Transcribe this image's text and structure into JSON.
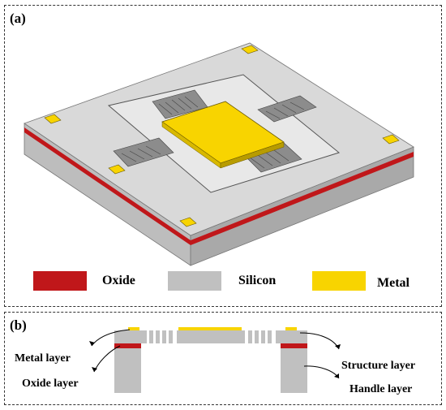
{
  "panel_a": {
    "tag": "(a)"
  },
  "panel_b": {
    "tag": "(b)"
  },
  "legend": [
    {
      "label": "Oxide",
      "color": "#c0171a"
    },
    {
      "label": "Silicon",
      "color": "#c0c0c0"
    },
    {
      "label": "Metal",
      "color": "#f8d400"
    }
  ],
  "cross_section": {
    "metal_layer": "Metal layer",
    "oxide_layer": "Oxide layer",
    "structure_layer": "Structure layer",
    "handle_layer": "Handle layer"
  },
  "colors": {
    "oxide": "#c0171a",
    "silicon": "#c0c0c0",
    "metal": "#f8d400",
    "silicon_dark": "#9b9b9b"
  }
}
